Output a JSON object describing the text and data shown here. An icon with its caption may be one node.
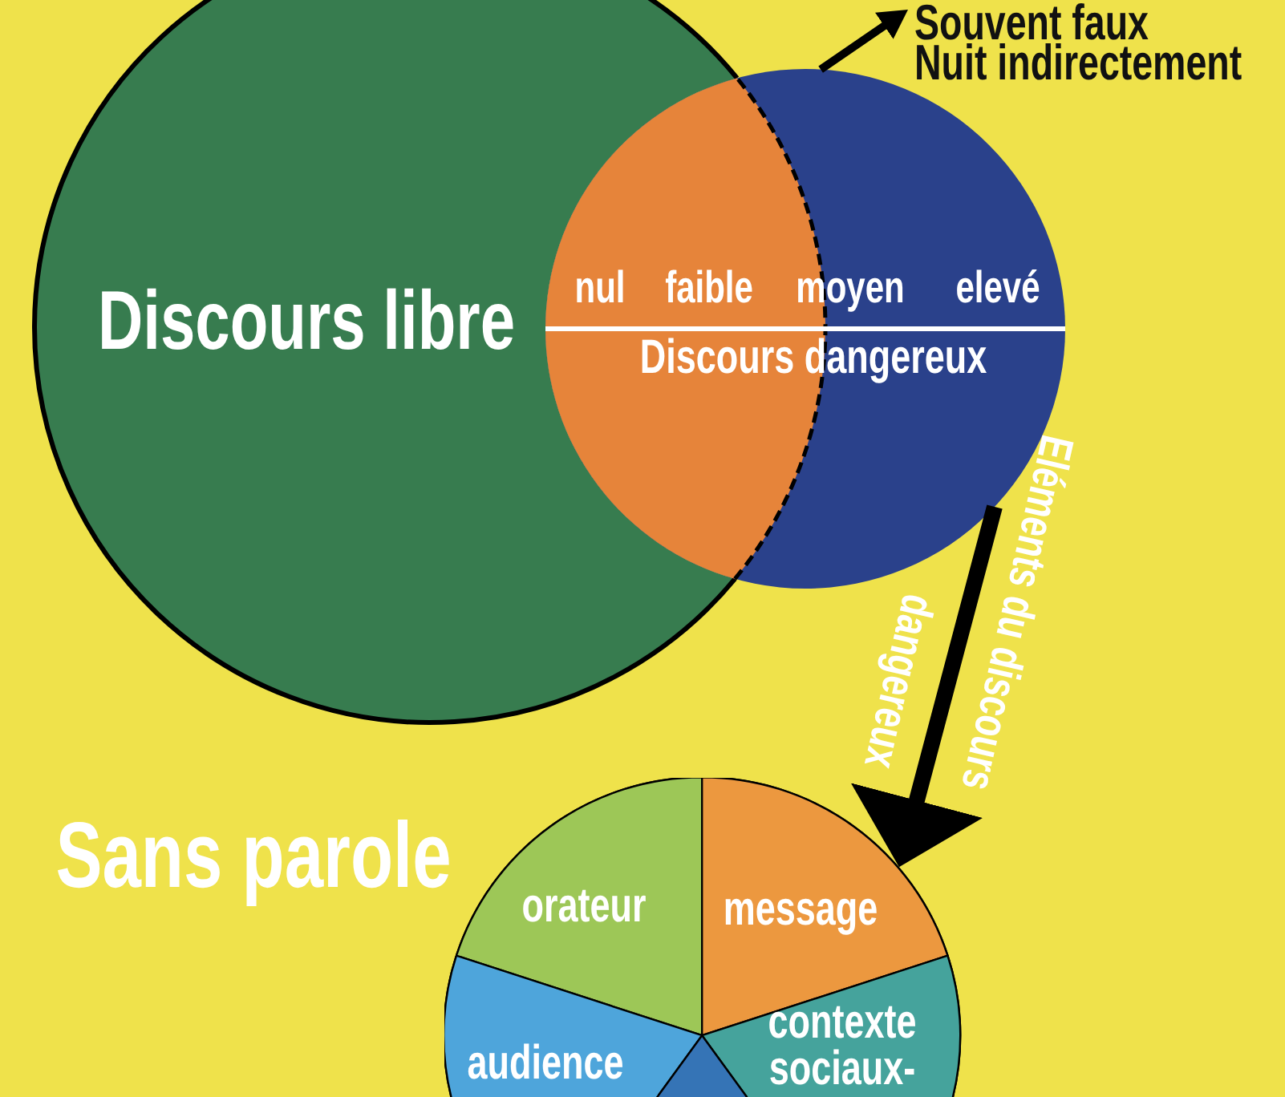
{
  "diagram": {
    "nodes": [
      {
        "text": [
          "Discours libre"
        ]
      },
      {
        "text": [
          "nul",
          "faible",
          "moyen",
          "elevé",
          "Discours dangereux"
        ]
      },
      {
        "text": [
          "Souvent faux",
          "Nuit indirectement"
        ]
      },
      {
        "text": [],
        "shape": "circle"
      },
      {
        "text": [
          "orateur"
        ],
        "in": 3
      },
      {
        "text": [
          "message"
        ],
        "in": 3
      },
      {
        "text": [
          "audience"
        ],
        "in": 3
      },
      {
        "text": [
          "contexte sociaux-"
        ],
        "in": 3
      },
      {
        "text": [],
        "shape": "wedge",
        "in": 3
      }
    ],
    "edges": [
      {
        "from": 1,
        "to": 2,
        "arrow": "to"
      },
      {
        "from": 1,
        "to": 3,
        "arrow": "to",
        "label": "Eléments du discours dangereux"
      }
    ],
    "labels": [
      "Sans parole"
    ]
  }
}
